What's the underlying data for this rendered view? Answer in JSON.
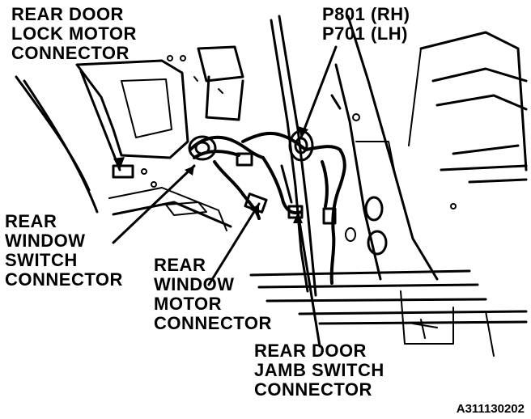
{
  "labels": {
    "lock_motor": [
      "REAR DOOR",
      "LOCK MOTOR",
      "CONNECTOR"
    ],
    "pin_ids": [
      "P801 (RH)",
      "P701 (LH)"
    ],
    "window_switch": [
      "REAR",
      "WINDOW",
      "SWITCH",
      "CONNECTOR"
    ],
    "window_motor": [
      "REAR",
      "WINDOW",
      "MOTOR",
      "CONNECTOR"
    ],
    "jamb_switch": [
      "REAR DOOR",
      "JAMB SWITCH",
      "CONNECTOR"
    ]
  },
  "figure_id": "A311130202",
  "colors": {
    "ink": "#000000",
    "paper": "#ffffff"
  }
}
